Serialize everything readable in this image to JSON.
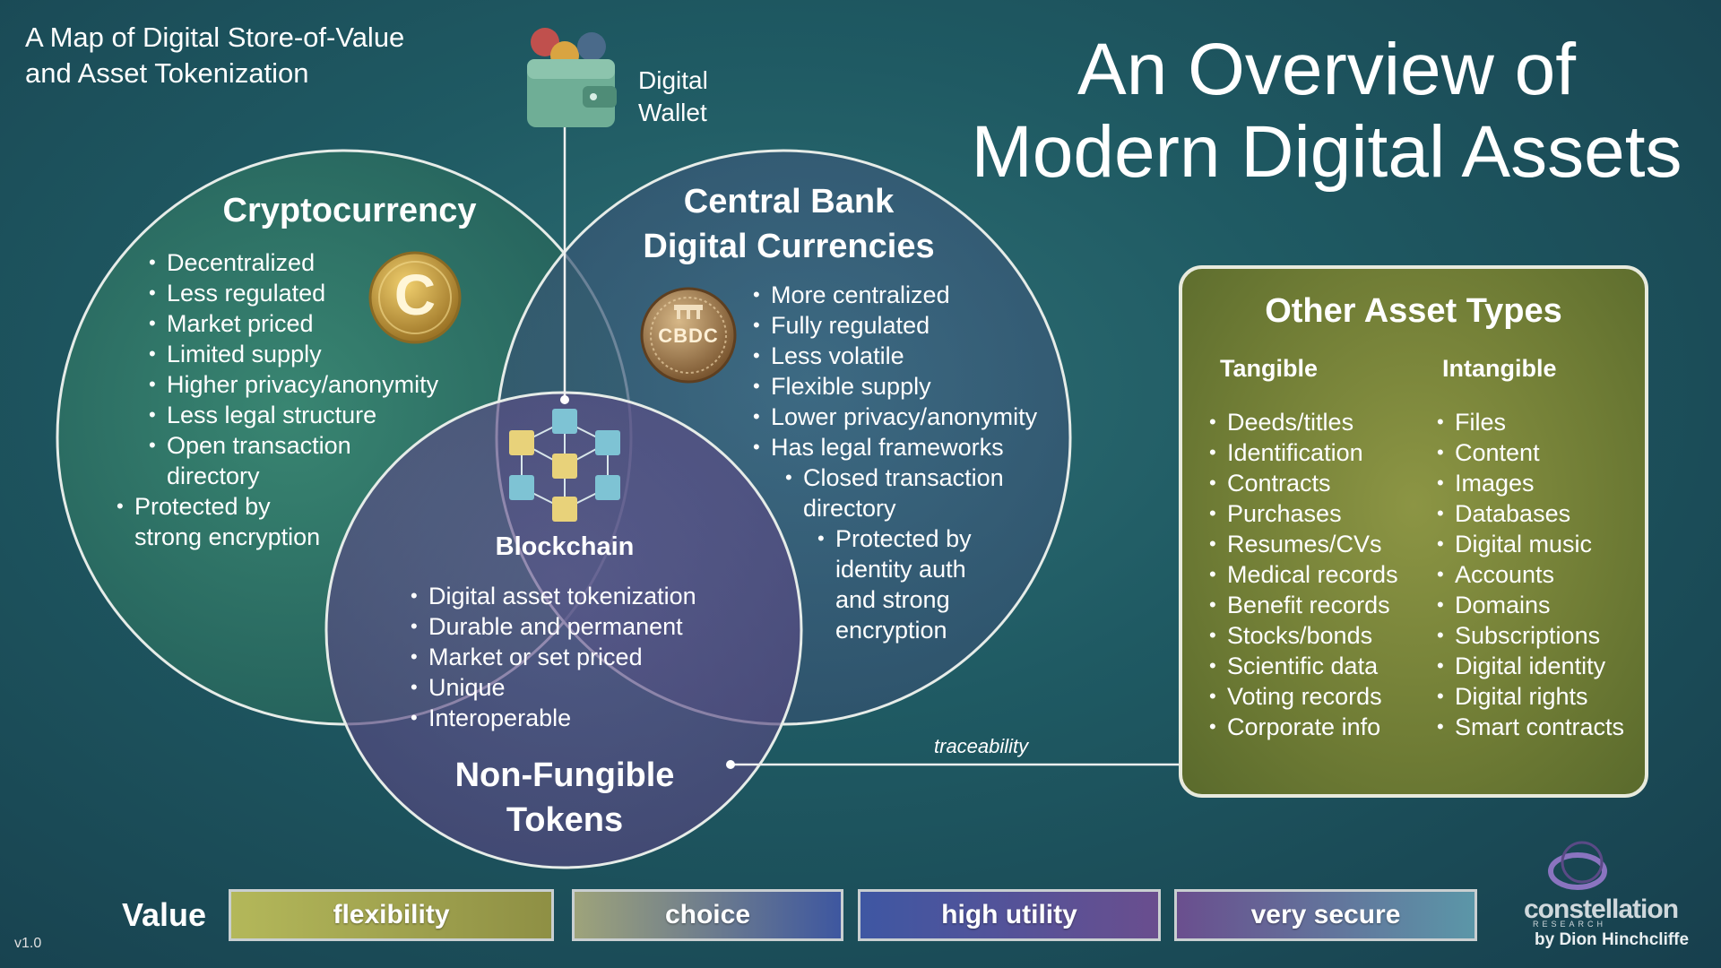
{
  "header": {
    "subtitle_line1": "A Map of Digital Store-of-Value",
    "subtitle_line2": "and Asset Tokenization",
    "title_line1": "An Overview of",
    "title_line2": "Modern Digital Assets"
  },
  "wallet": {
    "label_line1": "Digital",
    "label_line2": "Wallet"
  },
  "crypto": {
    "title": "Cryptocurrency",
    "items": [
      "Decentralized",
      "Less regulated",
      "Market priced",
      "Limited supply",
      "Higher privacy/anonymity",
      "Less legal structure",
      "Open transaction",
      "directory",
      "Protected by",
      "strong encryption"
    ],
    "coin_symbol": "C"
  },
  "cbdc": {
    "title_line1": "Central Bank",
    "title_line2": "Digital Currencies",
    "coin_text": "CBDC",
    "items": [
      "More centralized",
      "Fully regulated",
      "Less volatile",
      "Flexible supply",
      "Lower privacy/anonymity",
      "Has legal frameworks",
      "Closed transaction",
      "directory",
      "Protected by",
      "identity auth",
      "and strong",
      "encryption"
    ]
  },
  "blockchain": {
    "label": "Blockchain",
    "items": [
      "Digital asset tokenization",
      "Durable and permanent",
      "Market or set priced",
      "Unique",
      "Interoperable"
    ]
  },
  "nft": {
    "title_line1": "Non-Fungible",
    "title_line2": "Tokens"
  },
  "connector": {
    "label": "traceability"
  },
  "other_assets": {
    "title": "Other Asset Types",
    "tangible_heading": "Tangible",
    "intangible_heading": "Intangible",
    "tangible": [
      "Deeds/titles",
      "Identification",
      "Contracts",
      "Purchases",
      "Resumes/CVs",
      "Medical records",
      "Benefit records",
      "Stocks/bonds",
      "Scientific data",
      "Voting records",
      "Corporate info"
    ],
    "intangible": [
      "Files",
      "Content",
      "Images",
      "Databases",
      "Digital music",
      "Accounts",
      "Domains",
      "Subscriptions",
      "Digital identity",
      "Digital rights",
      "Smart contracts"
    ]
  },
  "value_scale": {
    "label": "Value",
    "segments": [
      "flexibility",
      "choice",
      "high utility",
      "very secure"
    ]
  },
  "branding": {
    "name": "constellation",
    "sub": "RESEARCH",
    "byline": "by Dion Hinchcliffe"
  },
  "version": "v1.0",
  "colors": {
    "background": "#1f5a63",
    "crypto_fill": "#2e7a68",
    "cbdc_fill": "#3f5f80",
    "nft_fill": "#5b4d86",
    "other_box": "#76803a",
    "circle_stroke": "#e6ece8",
    "coin_gold": "#c8a040"
  }
}
